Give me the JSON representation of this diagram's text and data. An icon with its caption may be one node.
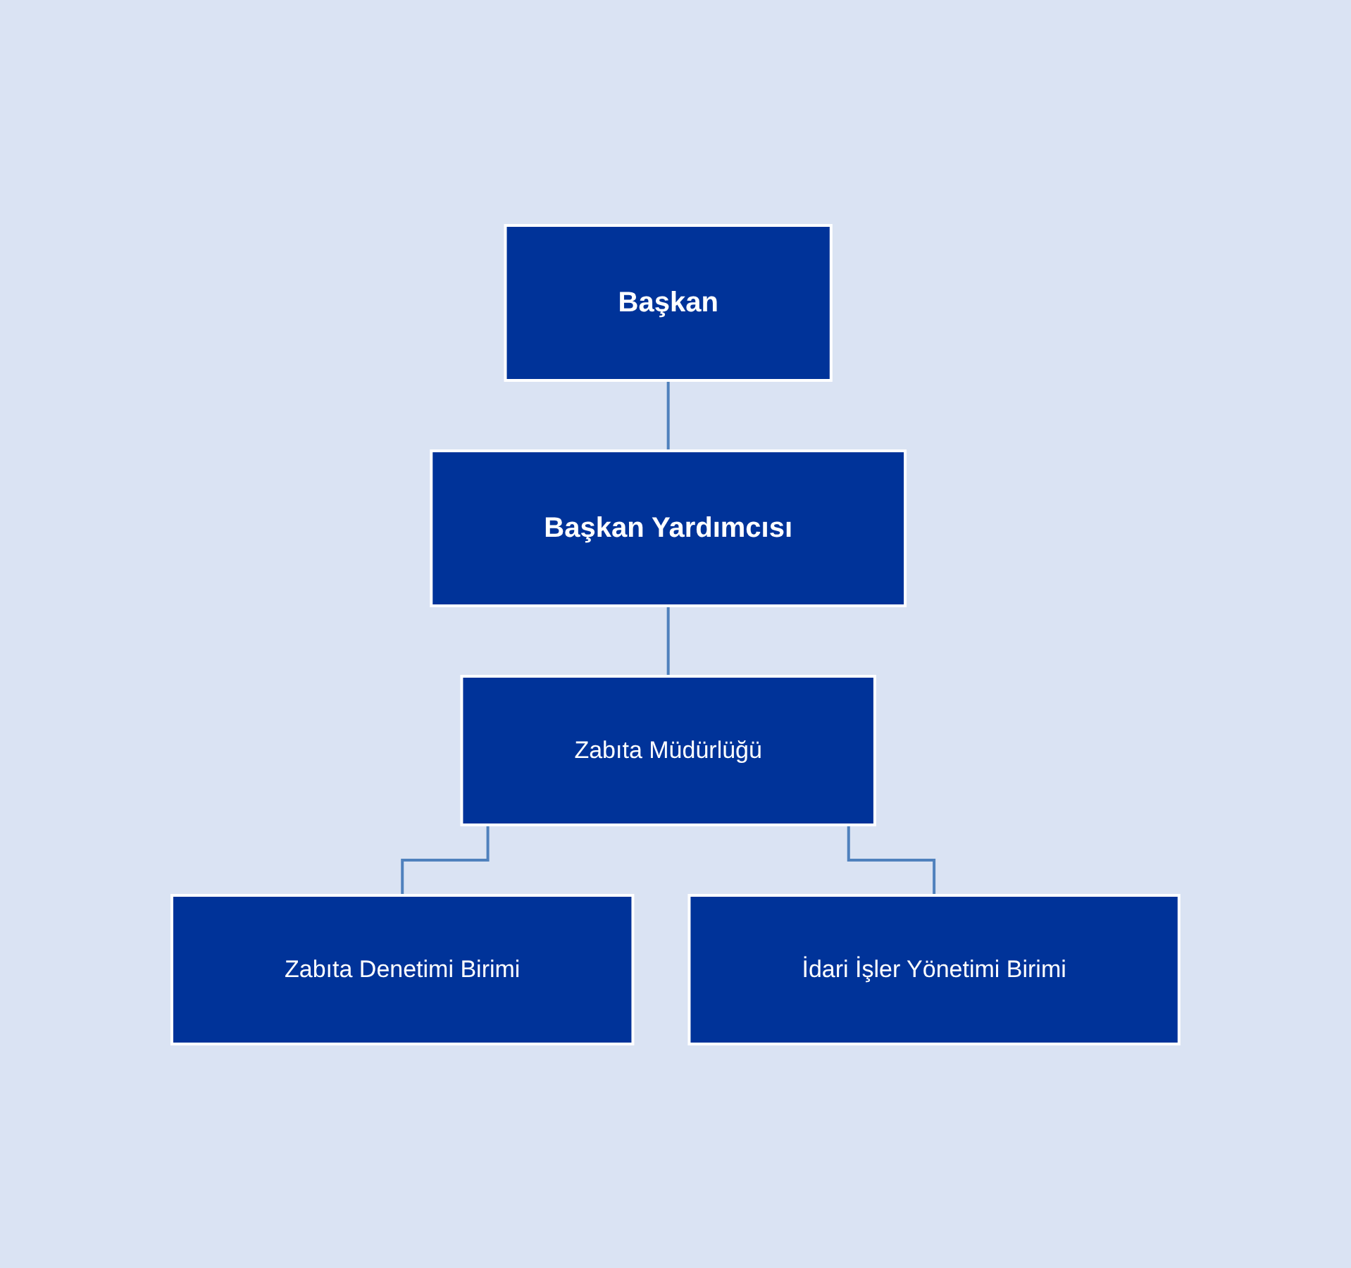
{
  "diagram": {
    "nodes": [
      {
        "text": [
          "Başkan"
        ]
      },
      {
        "text": [
          "Başkan Yardımcısı"
        ]
      },
      {
        "text": [
          "Zabıta Müdürlüğü"
        ]
      },
      {
        "text": [
          "Zabıta Denetimi Birimi"
        ]
      },
      {
        "text": [
          "İdari İşler Yönetimi Birimi"
        ]
      }
    ],
    "edges": [
      {
        "from": 0,
        "to": 1,
        "arrow": "none"
      },
      {
        "from": 1,
        "to": 2,
        "arrow": "none"
      },
      {
        "from": 2,
        "to": 3,
        "arrow": "none"
      },
      {
        "from": 2,
        "to": 4,
        "arrow": "none"
      }
    ]
  }
}
